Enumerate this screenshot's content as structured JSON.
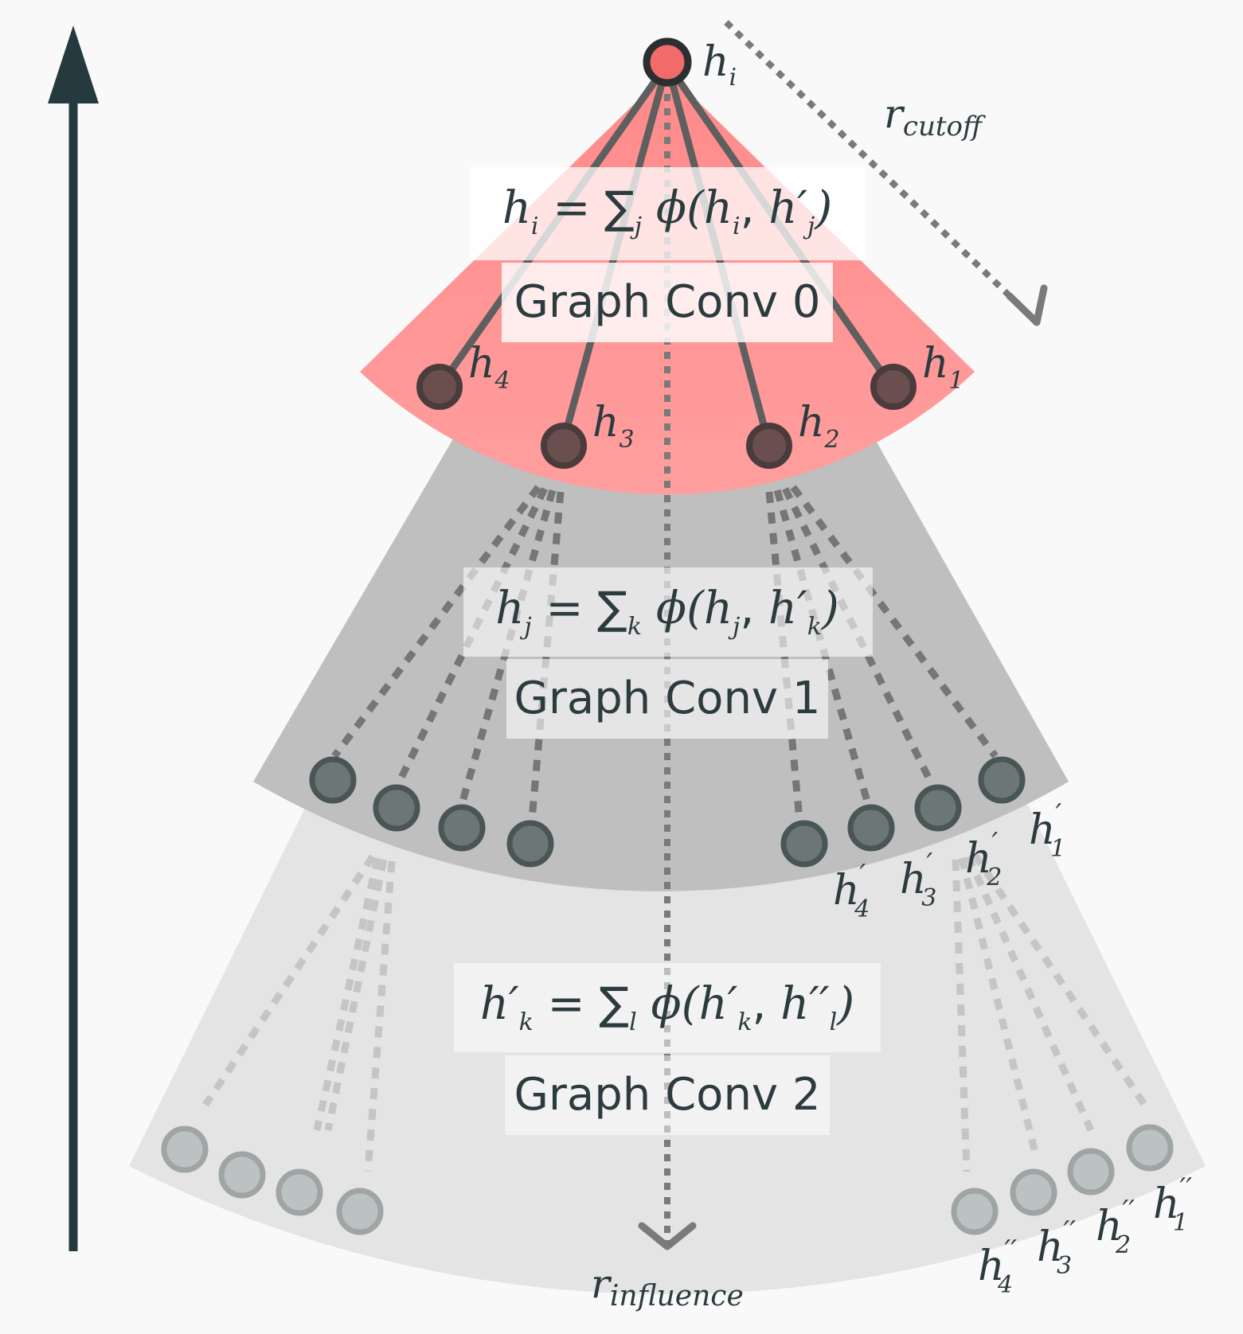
{
  "colors": {
    "background": "#f9f9f9",
    "layer0_fill": "#ff9b9b",
    "layer0_fill_top": "#ff8a8a",
    "layer1_fill": "#bfbfbf",
    "layer2_fill": "#e4e4e4",
    "axis_arrow": "#243a3e",
    "center_node": "#f26b6b",
    "node_dark": "#6b4f4f",
    "node_mid": "#6c7677",
    "node_light": "#bcc2c1"
  },
  "nodes": {
    "center": {
      "base": "h",
      "sub": "i",
      "prime": ""
    },
    "layer0": [
      {
        "base": "h",
        "sub": "4",
        "prime": ""
      },
      {
        "base": "h",
        "sub": "3",
        "prime": ""
      },
      {
        "base": "h",
        "sub": "2",
        "prime": ""
      },
      {
        "base": "h",
        "sub": "1",
        "prime": ""
      }
    ],
    "layer1": [
      {
        "base": "h",
        "sub": "4",
        "prime": "′"
      },
      {
        "base": "h",
        "sub": "3",
        "prime": "′"
      },
      {
        "base": "h",
        "sub": "2",
        "prime": "′"
      },
      {
        "base": "h",
        "sub": "1",
        "prime": "′"
      }
    ],
    "layer2": [
      {
        "base": "h",
        "sub": "4",
        "prime": "′′"
      },
      {
        "base": "h",
        "sub": "3",
        "prime": "′′"
      },
      {
        "base": "h",
        "sub": "2",
        "prime": "′′"
      },
      {
        "base": "h",
        "sub": "1",
        "prime": "′′"
      }
    ]
  },
  "radii": {
    "cutoff": {
      "base": "r",
      "sub": "cutoff"
    },
    "influence": {
      "base": "r",
      "sub": "influence"
    }
  },
  "layers": [
    {
      "title": "Graph Conv 0",
      "formula": {
        "lhs": "h",
        "lhs_sub": "i",
        "eq": " = ",
        "sum": "∑",
        "sum_sub": "j",
        "phi": " ϕ(",
        "a": "h",
        "a_sub": "i",
        "comma": ", ",
        "b": "h′",
        "b_sub": "j",
        "close": ")"
      }
    },
    {
      "title": "Graph Conv 1",
      "formula": {
        "lhs": "h",
        "lhs_sub": "j",
        "eq": " = ",
        "sum": "∑",
        "sum_sub": "k",
        "phi": " ϕ(",
        "a": "h",
        "a_sub": "j",
        "comma": ", ",
        "b": "h′",
        "b_sub": "k",
        "close": ")"
      }
    },
    {
      "title": "Graph Conv 2",
      "formula": {
        "lhs": "h′",
        "lhs_sub": "k",
        "eq": " = ",
        "sum": "∑",
        "sum_sub": "l",
        "phi": " ϕ(",
        "a": "h′",
        "a_sub": "k",
        "comma": ", ",
        "b": "h′′",
        "b_sub": "l",
        "close": ")"
      }
    }
  ]
}
